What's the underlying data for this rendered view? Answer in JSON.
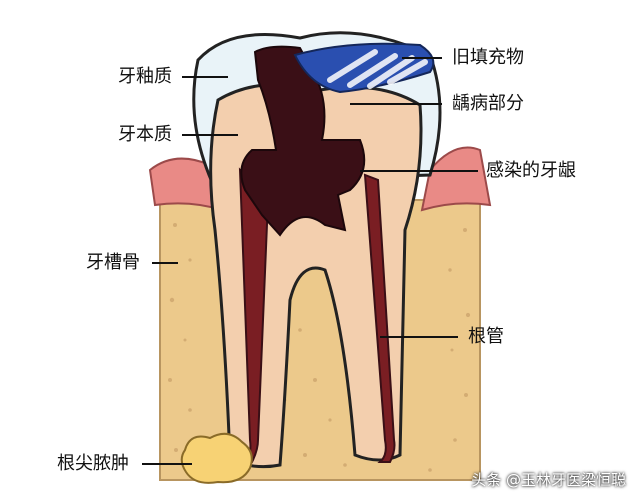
{
  "labels": {
    "enamel": "牙釉质",
    "dentin": "牙本质",
    "alveolar_bone": "牙槽骨",
    "apical_abscess": "根尖脓肿",
    "old_filling": "旧填充物",
    "caries": "龋病部分",
    "infected_gum": "感染的牙龈",
    "root_canal": "根管"
  },
  "watermark": "头条 @玉林牙医梁恒聪",
  "colors": {
    "enamel": "#e9f3f8",
    "dentin": "#f3cfae",
    "decay": "#3a0f16",
    "pulp": "#7a1e23",
    "gum": "#e98a86",
    "bone": "#ecc98b",
    "filling": "#2a4fb0",
    "abscess": "#f7d274"
  }
}
